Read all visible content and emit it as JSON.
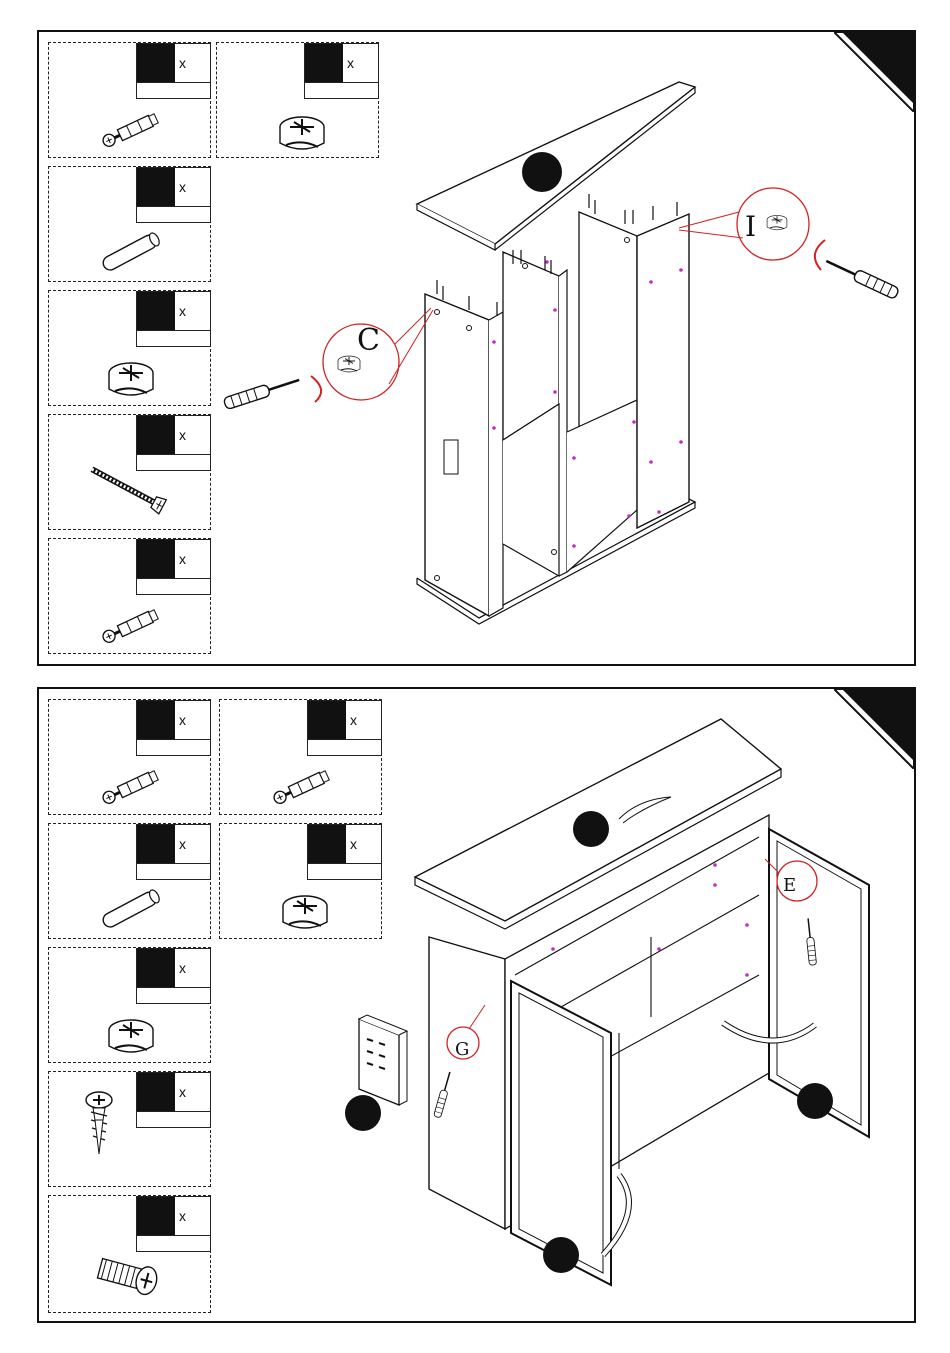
{
  "steps": [
    {
      "parts": [
        {
          "icon": "cam-bolt-icon",
          "qty_symbol": "x"
        },
        {
          "icon": "cam-lock-icon",
          "qty_symbol": "x"
        },
        {
          "icon": "wooden-dowel-icon",
          "qty_symbol": "x"
        },
        {
          "icon": "cam-lock-icon",
          "qty_symbol": "x"
        },
        {
          "icon": "long-screw-icon",
          "qty_symbol": "x"
        },
        {
          "icon": "cam-bolt-icon",
          "qty_symbol": "x"
        }
      ],
      "callouts": [
        "C",
        "I"
      ]
    },
    {
      "parts": [
        {
          "icon": "cam-bolt-icon",
          "qty_symbol": "x"
        },
        {
          "icon": "cam-bolt-icon",
          "qty_symbol": "x"
        },
        {
          "icon": "wooden-dowel-icon",
          "qty_symbol": "x"
        },
        {
          "icon": "cam-lock-icon",
          "qty_symbol": "x"
        },
        {
          "icon": "cam-lock-icon",
          "qty_symbol": "x"
        },
        {
          "icon": "short-screw-icon",
          "qty_symbol": "x"
        },
        {
          "icon": "hinge-screw-icon",
          "qty_symbol": "x"
        }
      ],
      "callouts": [
        "G",
        "E"
      ]
    }
  ],
  "colors": {
    "line": "#111111",
    "callout_red": "#d42020",
    "hole_magenta": "#c030c0"
  }
}
